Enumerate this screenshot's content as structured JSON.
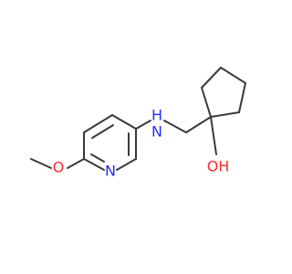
{
  "molecule": {
    "atoms": {
      "nh": "H",
      "n_amine": "N",
      "n_ring": "N",
      "o_methoxy": "O",
      "oh": "OH"
    },
    "colors": {
      "bond": "#3a3a3a",
      "nitrogen": "#2a2aff",
      "oxygen": "#ff2a2a"
    }
  }
}
